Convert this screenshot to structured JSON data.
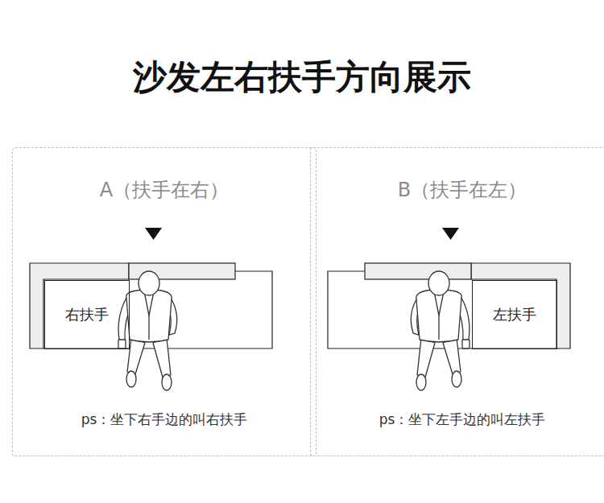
{
  "diagram": {
    "title": "沙发左右扶手方向展示",
    "nodes": [
      {
        "text": [
          "A（扶手在右）",
          "ps：坐下右手边的叫右扶手"
        ]
      },
      {
        "text": [
          "右扶手"
        ],
        "in": 0
      },
      {
        "text": [
          "B（扶手在左）",
          "ps：坐下左手边的叫左扶手"
        ]
      },
      {
        "text": [
          "左扶手"
        ],
        "in": 2
      }
    ]
  }
}
